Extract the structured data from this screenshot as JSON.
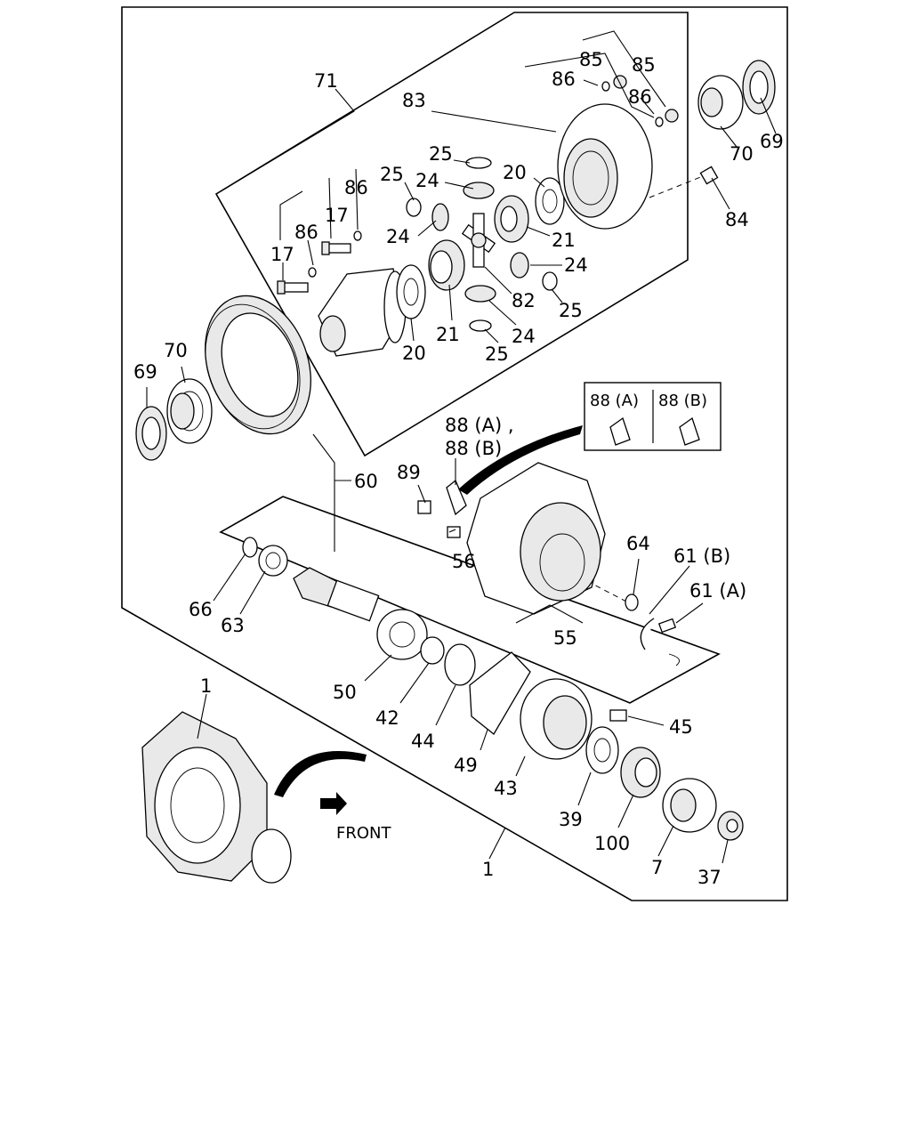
{
  "labels": {
    "p1_top": "1",
    "p1_bottom": "1",
    "p7": "7",
    "p17a": "17",
    "p17b": "17",
    "p20a": "20",
    "p20b": "20",
    "p21a": "21",
    "p21b": "21",
    "p24a": "24",
    "p24b": "24",
    "p24c": "24",
    "p24d": "24",
    "p25a": "25",
    "p25b": "25",
    "p25c": "25",
    "p25d": "25",
    "p37": "37",
    "p39": "39",
    "p42": "42",
    "p43": "43",
    "p44": "44",
    "p45": "45",
    "p49": "49",
    "p50": "50",
    "p55": "55",
    "p56": "56",
    "p60": "60",
    "p61a": "61 (A)",
    "p61b": "61 (B)",
    "p63": "63",
    "p64": "64",
    "p66": "66",
    "p69a": "69",
    "p69b": "69",
    "p70a": "70",
    "p70b": "70",
    "p71": "71",
    "p82": "82",
    "p83": "83",
    "p84": "84",
    "p85a": "85",
    "p85b": "85",
    "p86a": "86",
    "p86b": "86",
    "p86c": "86",
    "p86d": "86",
    "p88_line1": "88 (A) ,",
    "p88_line2": "88 (B)",
    "p89": "89",
    "p100": "100",
    "inset_a": "88 (A)",
    "inset_b": "88 (B)",
    "front": "FRONT"
  },
  "icons": [
    "front-arrow-icon"
  ]
}
